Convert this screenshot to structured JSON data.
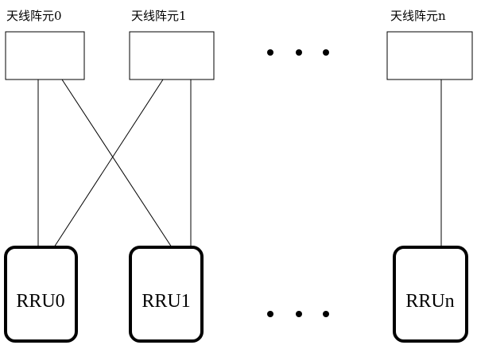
{
  "antennas": [
    {
      "label": "天线阵元0"
    },
    {
      "label": "天线阵元1"
    },
    {
      "label": "天线阵元n"
    }
  ],
  "rrus": [
    {
      "label": "RRU0"
    },
    {
      "label": "RRU1"
    },
    {
      "label": "RRUn"
    }
  ],
  "colors": {
    "stroke": "#000000",
    "background": "#ffffff"
  }
}
